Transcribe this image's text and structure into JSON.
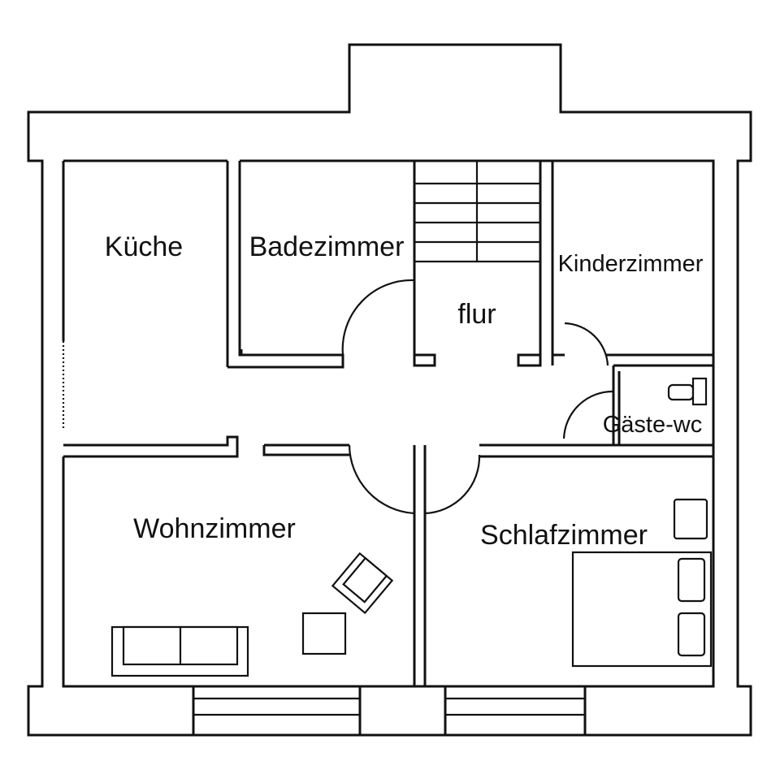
{
  "rooms": {
    "kueche": "Küche",
    "badezimmer": "Badezimmer",
    "flur": "flur",
    "kinderzimmer": "Kinderzimmer",
    "gaeste_wc": "Gäste-wc",
    "wohnzimmer": "Wohnzimmer",
    "schlafzimmer": "Schlafzimmer"
  },
  "furniture": [
    "sofa",
    "armchair",
    "side-table",
    "double-bed",
    "nightstand",
    "toilet"
  ],
  "colors": {
    "line": "#111111",
    "background": "#ffffff"
  }
}
